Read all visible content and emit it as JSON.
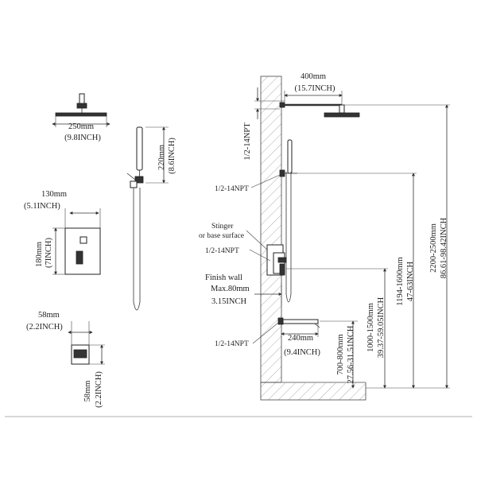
{
  "rain_head": {
    "width_mm": "250mm",
    "width_in": "(9.8INCH)"
  },
  "hand_shower": {
    "height_mm": "220mm",
    "height_in": "(8.6INCH)"
  },
  "valve_trim": {
    "width_mm": "130mm",
    "width_in": "(5.1INCH)",
    "height_mm": "180mm",
    "height_in": "(7INCH)"
  },
  "small_module": {
    "width_mm": "58mm",
    "width_in": "(2.2INCH)",
    "height_mm": "58mm",
    "height_in": "(2.2INCH)"
  },
  "installation": {
    "arm_length_mm": "400mm",
    "arm_length_in": "(15.7INCH)",
    "thread_top": "1/2-14NPT",
    "thread_mid": "1/2-14NPT",
    "thread_valve": "1/2-14NPT",
    "thread_spout": "1/2-14NPT",
    "stinger_line1": "Stinger",
    "stinger_line2": "or base surface",
    "finish_wall_label": "Finish wall",
    "finish_wall_max": "Max.80mm",
    "finish_wall_max_in": "3.15INCH",
    "spout_mm": "240mm",
    "spout_in": "(9.4INCH)",
    "h_spout_mm": "700-800mm",
    "h_spout_in": "27.56-31.51NCH",
    "h_valve_mm": "1000-1500mm",
    "h_valve_in": "39.37-59.05INCH",
    "h_bar_mm": "1194-1600mm",
    "h_bar_in": "47-63INCH",
    "h_head_mm": "2200-2500mm",
    "h_head_in": "86.61-98.42INCH"
  }
}
